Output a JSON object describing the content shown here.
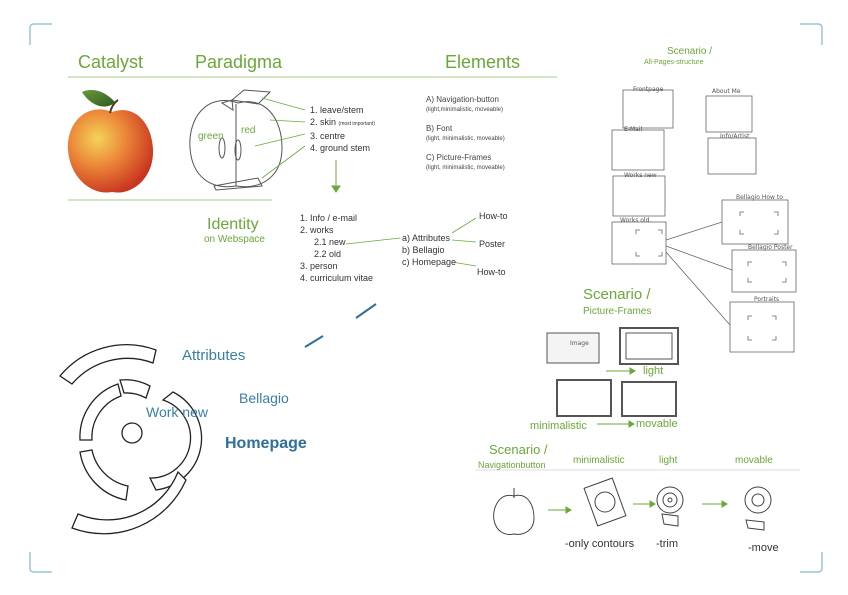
{
  "header": {
    "catalyst": "Catalyst",
    "paradigma": "Paradigma",
    "elements": "Elements"
  },
  "paradigma": {
    "green": "green",
    "red": "red",
    "list": [
      {
        "label": "1. leave/stem",
        "note": ""
      },
      {
        "label": "2. skin",
        "note": "(most important)"
      },
      {
        "label": "3. centre",
        "note": ""
      },
      {
        "label": "4. ground stem",
        "note": ""
      }
    ]
  },
  "elements": [
    {
      "title": "A) Navigation-button",
      "sub": "(light,minimalistic, moveable)"
    },
    {
      "title": "B) Font",
      "sub": "(light, minimalistic, moveable)"
    },
    {
      "title": "C) Picture-Frames",
      "sub": "(light, minimalistic, moveable)"
    }
  ],
  "identity": {
    "title": "Identity",
    "subtitle": "on Webspace",
    "items": [
      "1. Info / e-mail",
      "2. works",
      "2.1 new",
      "2.2 old",
      "3. person",
      "4. curriculum vitae"
    ],
    "attrs": [
      "a) Attributes",
      "b) Bellagio",
      "c) Homepage"
    ],
    "outputs": [
      "How-to",
      "Poster",
      "How-to"
    ]
  },
  "wheel": {
    "attributes": "Attributes",
    "bellagio": "Bellagio",
    "work_new": "Work new",
    "homepage": "Homepage"
  },
  "scenario_pages": {
    "title": "Scenario /",
    "subtitle": "All-Pages-structure",
    "labels": [
      "Frontpage",
      "About Me",
      "E-Mail",
      "Info/Artist",
      "Works new",
      "Works old",
      "Bellagio How to",
      "Bellagio Poster",
      "Portraits"
    ]
  },
  "scenario_frames": {
    "title": "Scenario",
    "slash": "/",
    "subtitle": "Picture-Frames",
    "image_label": "Image",
    "light": "light",
    "minimalistic": "minimalistic",
    "movable": "movable"
  },
  "scenario_nav": {
    "title": "Scenario /",
    "subtitle": "Navigationbutton",
    "minimalistic": "minimalistic",
    "light": "light",
    "movable": "movable",
    "only_contours": "-only contours",
    "trim": "-trim",
    "move": "-move"
  },
  "colors": {
    "green": "#6aa83a",
    "blue": "#3a7ea8",
    "corner": "#9cc4dd"
  }
}
